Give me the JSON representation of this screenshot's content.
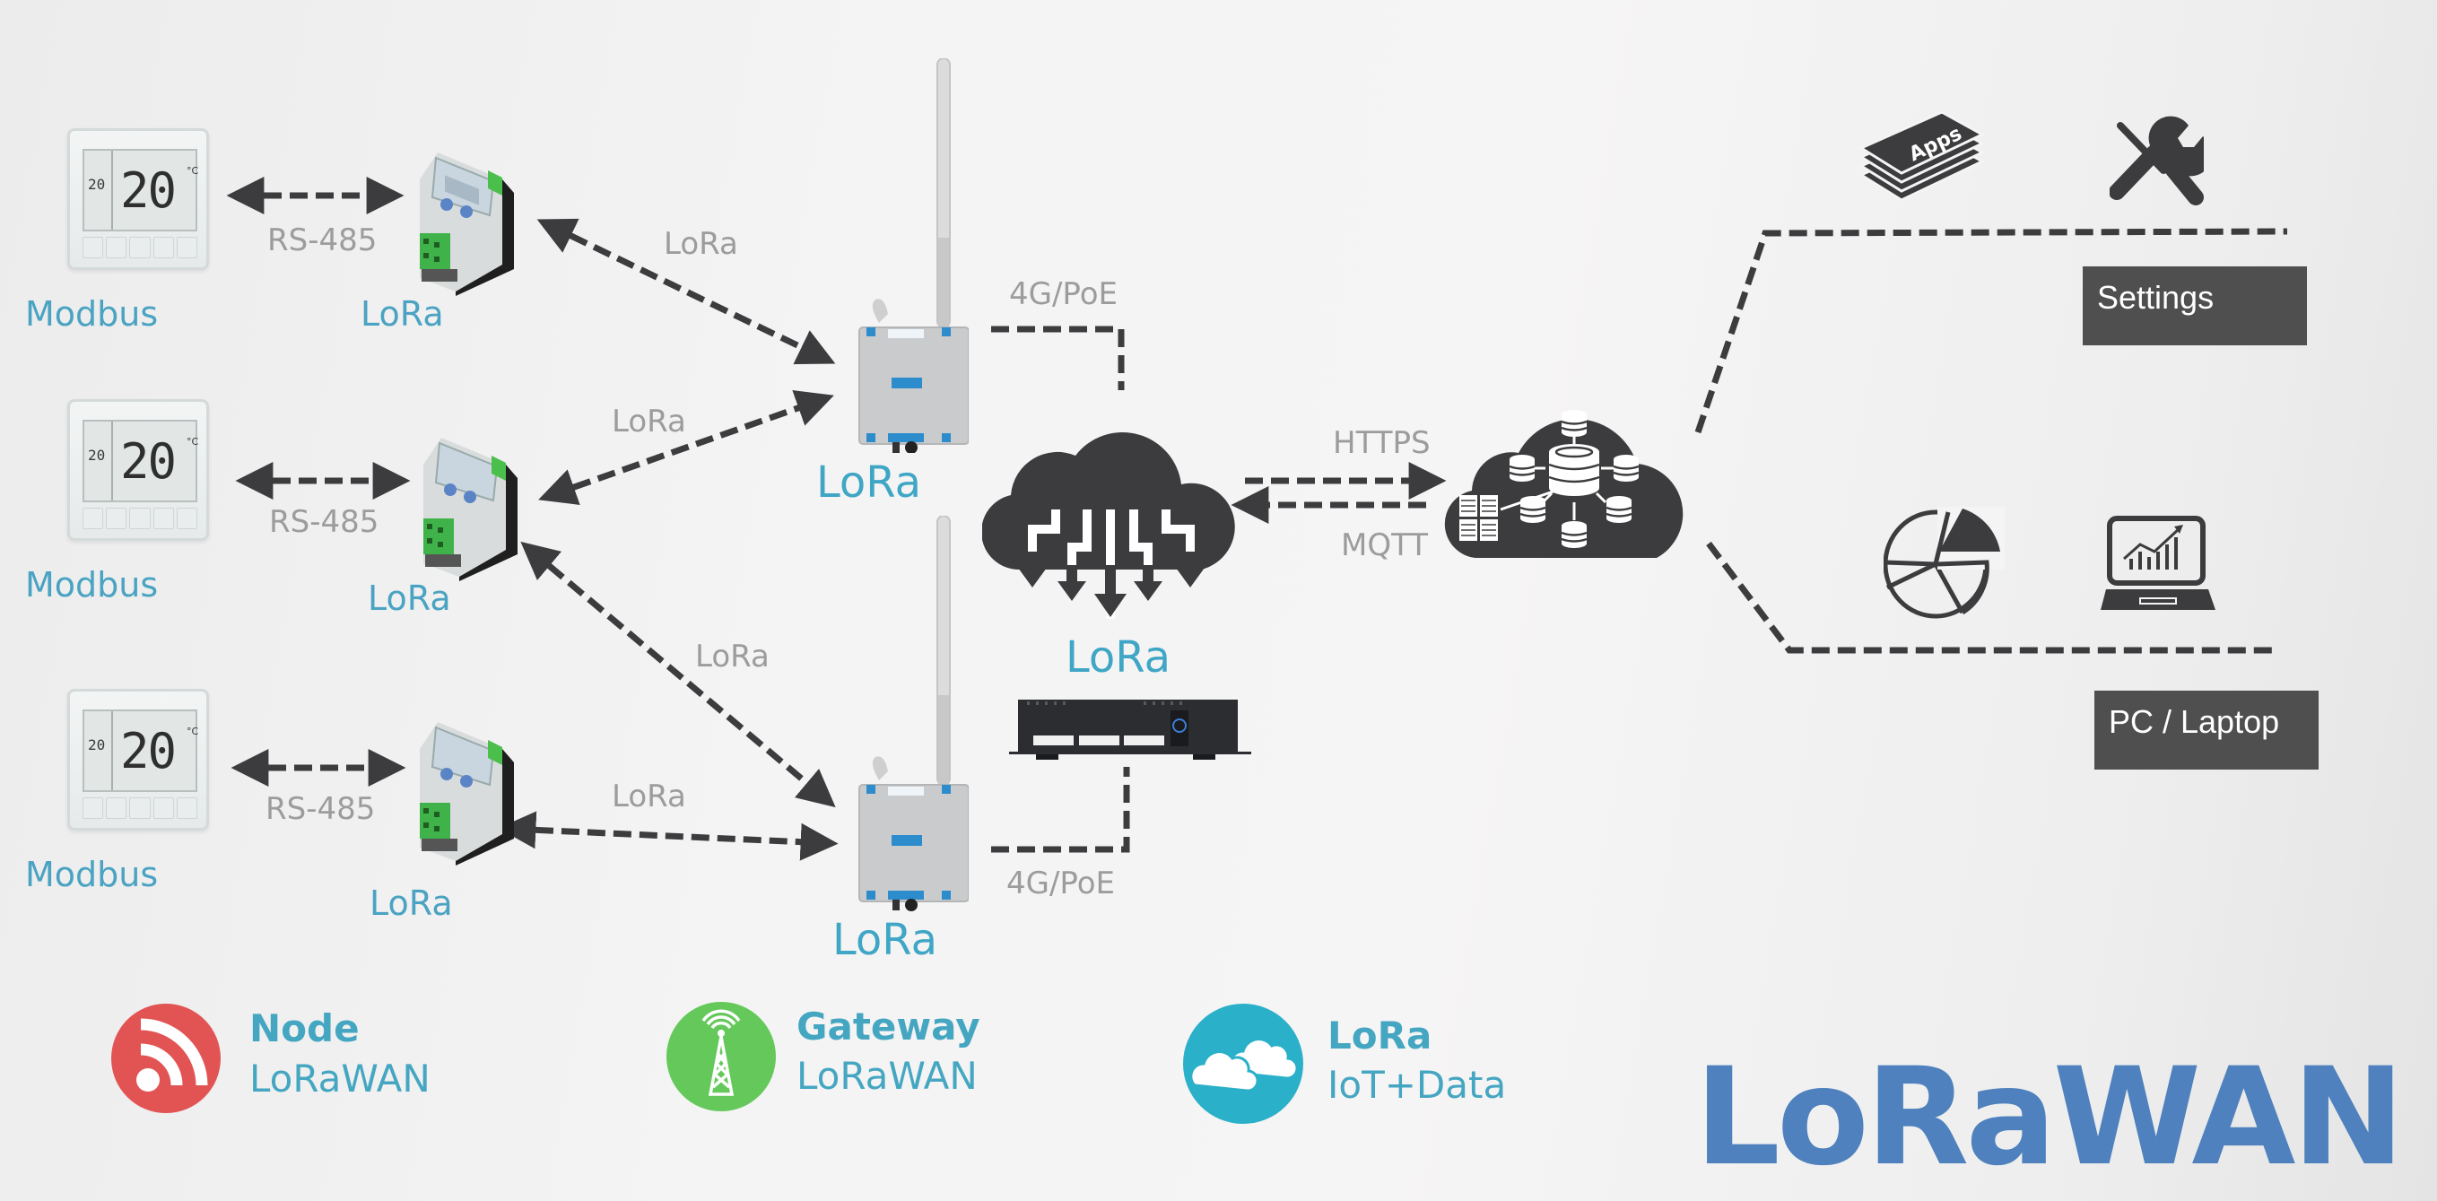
{
  "diagram": {
    "title": "LoRaWAN",
    "colors": {
      "accent_blue": "#4aa3c2",
      "brand_blue": "#4e81bd",
      "dark": "#3c3c3e",
      "link_gray": "#9c9c9c",
      "node_red": "#e25454",
      "gateway_green": "#64c95a",
      "cloud_cyan": "#2ab0c9",
      "label_box": "#4f4f4f"
    },
    "rows": [
      {
        "sensor_label": "Modbus",
        "link_label": "RS-485",
        "node_label": "LoRa",
        "thermostat_reading": "20",
        "thermostat_small": "20",
        "unit": "°C"
      },
      {
        "sensor_label": "Modbus",
        "link_label": "RS-485",
        "node_label": "LoRa",
        "thermostat_reading": "20",
        "thermostat_small": "20",
        "unit": "°C"
      },
      {
        "sensor_label": "Modbus",
        "link_label": "RS-485",
        "node_label": "LoRa",
        "thermostat_reading": "20",
        "thermostat_small": "20",
        "unit": "°C"
      }
    ],
    "radio_links": [
      {
        "label": "LoRa"
      },
      {
        "label": "LoRa"
      },
      {
        "label": "LoRa"
      },
      {
        "label": "LoRa"
      }
    ],
    "gateways": [
      {
        "label": "LoRa",
        "uplink": "4G/PoE"
      },
      {
        "label": "LoRa",
        "uplink": "4G/PoE"
      }
    ],
    "network_server": {
      "label": "LoRa"
    },
    "protocols": {
      "up": "HTTPS",
      "down": "MQTT"
    },
    "app_icons": [
      {
        "icon": "apps-stack-icon",
        "text": "Apps"
      },
      {
        "icon": "tools-icon"
      },
      {
        "icon": "pie-chart-icon"
      },
      {
        "icon": "laptop-chart-icon"
      }
    ],
    "boxes": {
      "settings": "Settings",
      "pc": "PC / Laptop"
    },
    "legend": [
      {
        "icon": "rss-icon",
        "title": "Node",
        "subtitle": "LoRaWAN"
      },
      {
        "icon": "tower-icon",
        "title": "Gateway",
        "subtitle": "LoRaWAN"
      },
      {
        "icon": "cloud-icon",
        "title": "LoRa",
        "subtitle": "IoT+Data"
      }
    ]
  }
}
